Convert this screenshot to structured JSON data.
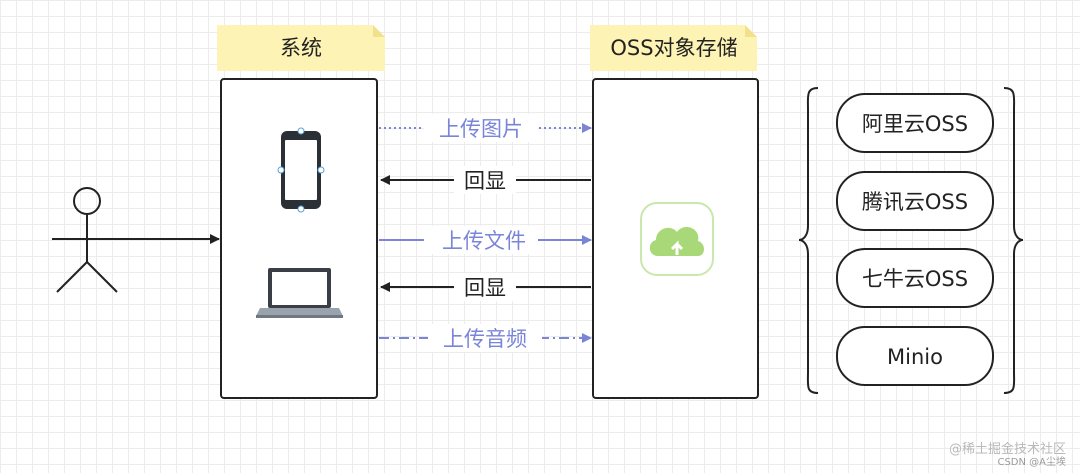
{
  "system": {
    "title": "系统"
  },
  "oss": {
    "title": "OSS对象存储"
  },
  "arrows": [
    {
      "label": "上传图片",
      "direction": "right",
      "style": "dotted",
      "color": "#7b85d8"
    },
    {
      "label": "回显",
      "direction": "left",
      "style": "solid",
      "color": "#222222"
    },
    {
      "label": "上传文件",
      "direction": "right",
      "style": "solid",
      "color": "#7b85d8"
    },
    {
      "label": "回显",
      "direction": "left",
      "style": "solid",
      "color": "#222222"
    },
    {
      "label": "上传音频",
      "direction": "right",
      "style": "dashdot",
      "color": "#7b85d8"
    }
  ],
  "providers": [
    "阿里云OSS",
    "腾讯云OSS",
    "七牛云OSS",
    "Minio"
  ],
  "icons": {
    "actor": "stick-figure-icon",
    "phone": "mobile-phone-icon",
    "laptop": "laptop-icon",
    "cloud": "cloud-upload-icon"
  },
  "colors": {
    "note": "#fdf3b4",
    "note_fold": "#f3e08a",
    "arrow_blue": "#7b85d8",
    "cloud_green": "#a8d878"
  },
  "watermark": {
    "main": "@稀土掘金技术社区",
    "sub": "CSDN @A尘埃"
  }
}
